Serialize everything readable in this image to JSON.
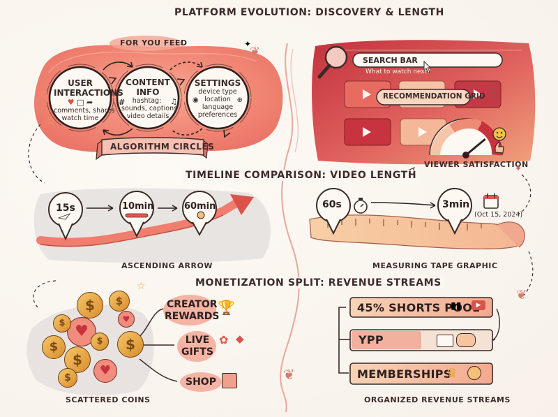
{
  "headings": {
    "main": "PLATFORM EVOLUTION: DISCOVERY & LENGTH",
    "timeline": "TIMELINE COMPARISON: VIDEO LENGTH",
    "monetization": "MONETIZATION SPLIT: REVENUE STREAMS"
  },
  "feed": {
    "label": "FOR YOU FEED",
    "banner": "ALGORITHM CIRCLES",
    "circles": [
      {
        "title": "USER\nINTERACTIONS",
        "sub": "comments, shares\nwatch time"
      },
      {
        "title": "CONTENT\nINFO",
        "sub": "hashtag: \nsounds, captions\nvideo details"
      },
      {
        "title": "SETTINGS",
        "sub": "device type\nlocation\nlanguage\npreferences"
      }
    ]
  },
  "search_panel": {
    "search_label": "SEARCH BAR",
    "search_placeholder": "What to watch next?",
    "grid_label": "RECOMMENDATION GRID",
    "satisfaction_label": "VIEWER SATISFACTION",
    "gauge_level": 0.78
  },
  "timeline": {
    "left_pins": [
      "15s",
      "10min",
      "60min"
    ],
    "left_caption": "ASCENDING ARROW",
    "right_pins": [
      "60s",
      "3min"
    ],
    "right_date": "(Oct 15, 2024)",
    "right_caption": "MEASURING TAPE GRAPHIC"
  },
  "monetization": {
    "gifts": [
      "CREATOR\nREWARDS",
      "LIVE\nGIFTS",
      "SHOP"
    ],
    "coins_caption": "SCATTERED COINS",
    "streams": [
      "45% SHORTS POOL",
      "YPP",
      "MEMBERSHIPS"
    ],
    "streams_caption": "ORGANIZED REVENUE STREAMS"
  },
  "colors": {
    "coral": "#f28472",
    "coral_dark": "#d9534a",
    "crimson": "#b8313a",
    "peach": "#f6c9a8",
    "ink": "#3a2a2a",
    "gold": "#e4a93a"
  },
  "icons": [
    "heart-icon",
    "comment-icon",
    "share-icon",
    "hashtag-icon",
    "music-note-icon",
    "location-pin-icon",
    "globe-icon",
    "magnifier-icon",
    "cursor-icon",
    "play-icon",
    "smiley-icon",
    "thumbs-up-icon",
    "stopwatch-icon",
    "calendar-icon",
    "trophy-icon",
    "flower-icon",
    "diamond-icon",
    "shopping-bag-icon",
    "bar-chart-icon",
    "ad-icon",
    "handshake-icon",
    "crown-icon",
    "badge-icon",
    "star-icon",
    "sparkle-icon",
    "paper-plane-icon",
    "leaf-sprig-icon"
  ]
}
